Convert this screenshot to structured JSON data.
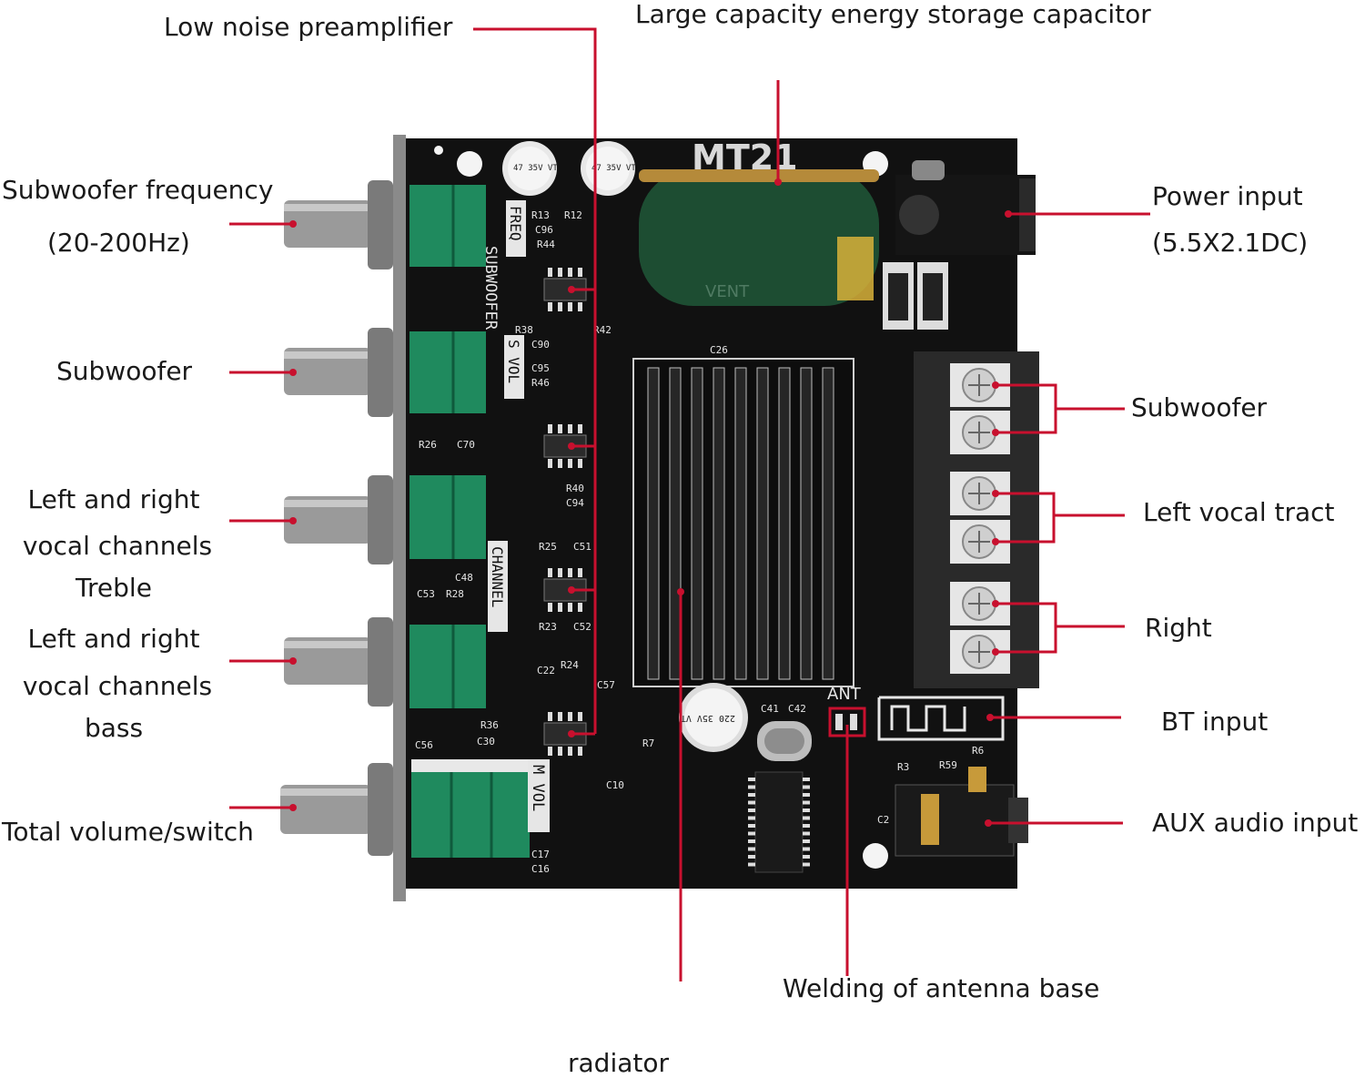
{
  "labels": {
    "low_noise_preamp": "Low noise preamplifier",
    "capacitor": "Large capacity energy storage capacitor",
    "sub_freq_line1": "Subwoofer frequency",
    "sub_freq_line2": "(20-200Hz)",
    "subwoofer_left": "Subwoofer",
    "treble_line1": "Left and right",
    "treble_line2": "vocal channels",
    "treble_line3": "Treble",
    "bass_line1": "Left and right",
    "bass_line2": "vocal channels",
    "bass_line3": "bass",
    "total_volume": "Total volume/switch",
    "power_line1": "Power input",
    "power_line2": "(5.5X2.1DC)",
    "subwoofer_right": "Subwoofer",
    "left_vocal": "Left vocal tract",
    "right": "Right",
    "bt_input": "BT input",
    "aux_input": "AUX audio input",
    "antenna": "Welding of antenna base",
    "radiator": "radiator"
  },
  "board": {
    "model": "MT21",
    "silkscreen": {
      "freq": "FREQ",
      "subwoofer": "SUBWOOFER",
      "s_vol": "S VOL",
      "channel": "CHANNEL",
      "m_vol": "M VOL",
      "ant": "ANT",
      "cap_small_1": "47 35V VT",
      "cap_small_2": "47 35V VT",
      "cap_220": "220 35V VT",
      "cap_big_text": "VENT",
      "c26": "C26",
      "r26": "R26",
      "c70": "C70",
      "r40": "R40",
      "c94": "C94",
      "r25": "R25",
      "c51": "C51",
      "r23": "R23",
      "c52": "C52",
      "c22": "C22",
      "r24": "R24",
      "c57": "C57",
      "r36": "R36",
      "c30": "C30",
      "r7": "R7",
      "c10": "C10",
      "c17": "C17",
      "c16": "C16",
      "c41": "C41",
      "c42": "C42",
      "r13": "R13",
      "r12": "R12",
      "c96": "C96",
      "r44": "R44",
      "r38": "R38",
      "r42": "R42",
      "c90": "C90",
      "c95": "C95",
      "r46": "R46",
      "c48": "C48",
      "c53": "C53",
      "r28": "R28",
      "c56": "C56",
      "r3": "R3",
      "r59": "R59",
      "r6": "R6",
      "c2": "C2"
    }
  },
  "colors": {
    "leader_line": "#c8102e",
    "board": "#111111",
    "potentiometer": "#1f8a5e",
    "capacitor": "#1d4d32",
    "heatsink": "#1a1a1a",
    "terminal": "#2a2a2a"
  }
}
